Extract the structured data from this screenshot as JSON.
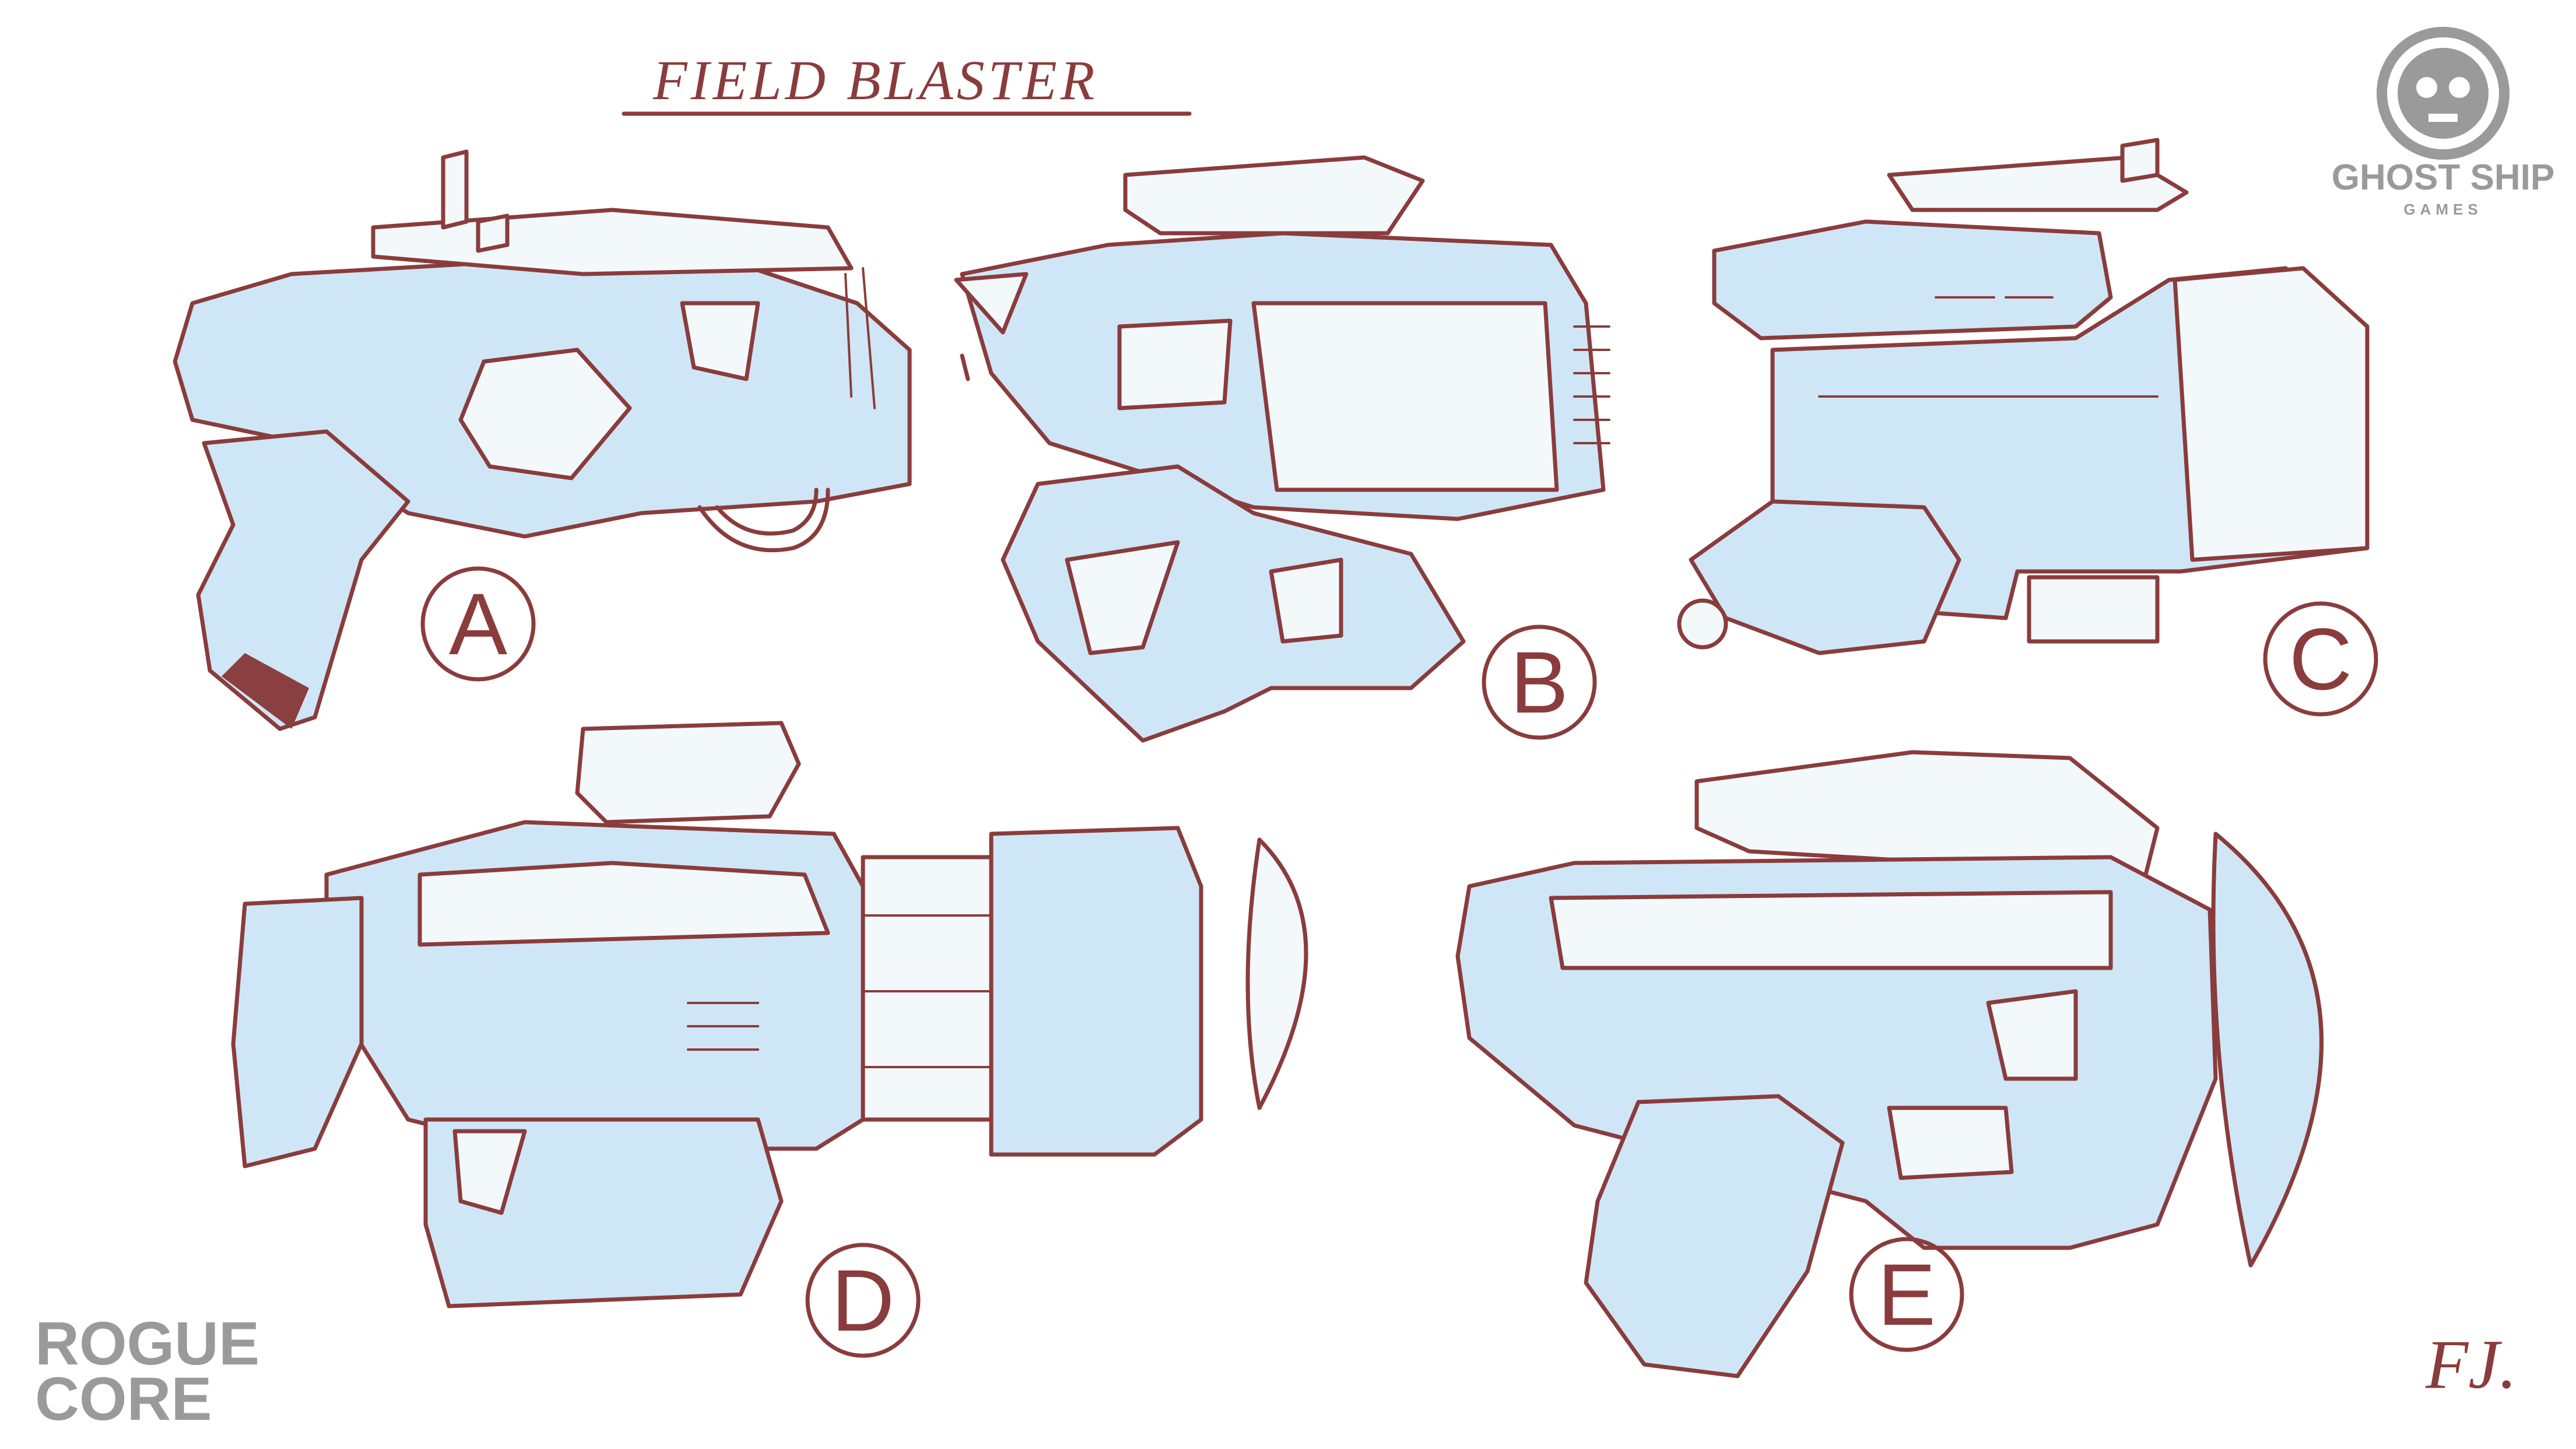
{
  "sheet": {
    "title": "FIELD BLASTER",
    "signature": "FJ."
  },
  "variants": [
    {
      "label": "A"
    },
    {
      "label": "B"
    },
    {
      "label": "C"
    },
    {
      "label": "D"
    },
    {
      "label": "E"
    }
  ],
  "logos": {
    "ghost_ship": {
      "name": "GHOST SHIP",
      "sub": "GAMES",
      "icon": "skull-gear-icon"
    },
    "rogue_core": {
      "line1": "ROGUE",
      "line2": "CORE"
    }
  },
  "colors": {
    "ink": "#8a3c3c",
    "fill_blue": "#cfe6f6",
    "logo_gray": "#9a9a9a",
    "background": "#ffffff"
  }
}
